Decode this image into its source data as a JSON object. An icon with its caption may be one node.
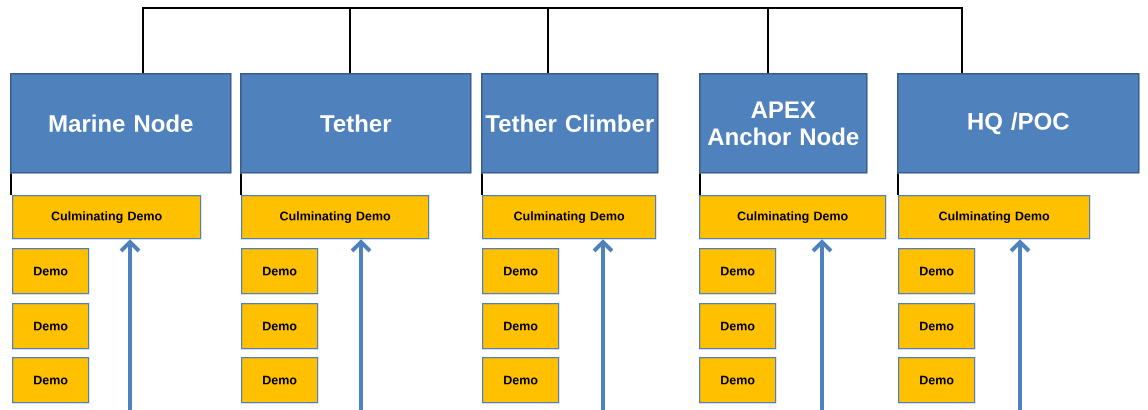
{
  "diagram": {
    "nodes": [
      {
        "text": [
          "Marine Node"
        ]
      },
      {
        "text": [
          "Culminating Demo"
        ]
      },
      {
        "text": [
          "Demo"
        ]
      },
      {
        "text": [
          "Demo"
        ]
      },
      {
        "text": [
          "Demo"
        ]
      },
      {
        "text": [
          "Tether"
        ]
      },
      {
        "text": [
          "Culminating Demo"
        ]
      },
      {
        "text": [
          "Demo"
        ]
      },
      {
        "text": [
          "Demo"
        ]
      },
      {
        "text": [
          "Demo"
        ]
      },
      {
        "text": [
          "Tether Climber"
        ]
      },
      {
        "text": [
          "Culminating Demo"
        ]
      },
      {
        "text": [
          "Demo"
        ]
      },
      {
        "text": [
          "Demo"
        ]
      },
      {
        "text": [
          "Demo"
        ]
      },
      {
        "text": [
          "APEX Anchor Node"
        ]
      },
      {
        "text": [
          "Culminating Demo"
        ]
      },
      {
        "text": [
          "Demo"
        ]
      },
      {
        "text": [
          "Demo"
        ]
      },
      {
        "text": [
          "Demo"
        ]
      },
      {
        "text": [
          "HQ /POC"
        ]
      },
      {
        "text": [
          "Culminating Demo"
        ]
      },
      {
        "text": [
          "Demo"
        ]
      },
      {
        "text": [
          "Demo"
        ]
      },
      {
        "text": [
          "Demo"
        ]
      }
    ],
    "edges": [
      {
        "from": 0,
        "to": 5,
        "arrow": "none"
      },
      {
        "from": 5,
        "to": 10,
        "arrow": "none"
      },
      {
        "from": 10,
        "to": 15,
        "arrow": "none"
      },
      {
        "from": 15,
        "to": 20,
        "arrow": "none"
      },
      {
        "from": 0,
        "to": 1,
        "arrow": "none"
      },
      {
        "from": 5,
        "to": 6,
        "arrow": "none"
      },
      {
        "from": 10,
        "to": 11,
        "arrow": "none"
      },
      {
        "from": 15,
        "to": 16,
        "arrow": "none"
      },
      {
        "from": 20,
        "to": 21,
        "arrow": "none"
      },
      {
        "from": null,
        "to": 1,
        "arrow": "to",
        "style": "thick",
        "color": "#4f81bd"
      },
      {
        "from": null,
        "to": 6,
        "arrow": "to",
        "style": "thick",
        "color": "#4f81bd"
      },
      {
        "from": null,
        "to": 11,
        "arrow": "to",
        "style": "thick",
        "color": "#4f81bd"
      },
      {
        "from": null,
        "to": 16,
        "arrow": "to",
        "style": "thick",
        "color": "#4f81bd"
      },
      {
        "from": null,
        "to": 21,
        "arrow": "to",
        "style": "thick",
        "color": "#4f81bd"
      }
    ]
  }
}
